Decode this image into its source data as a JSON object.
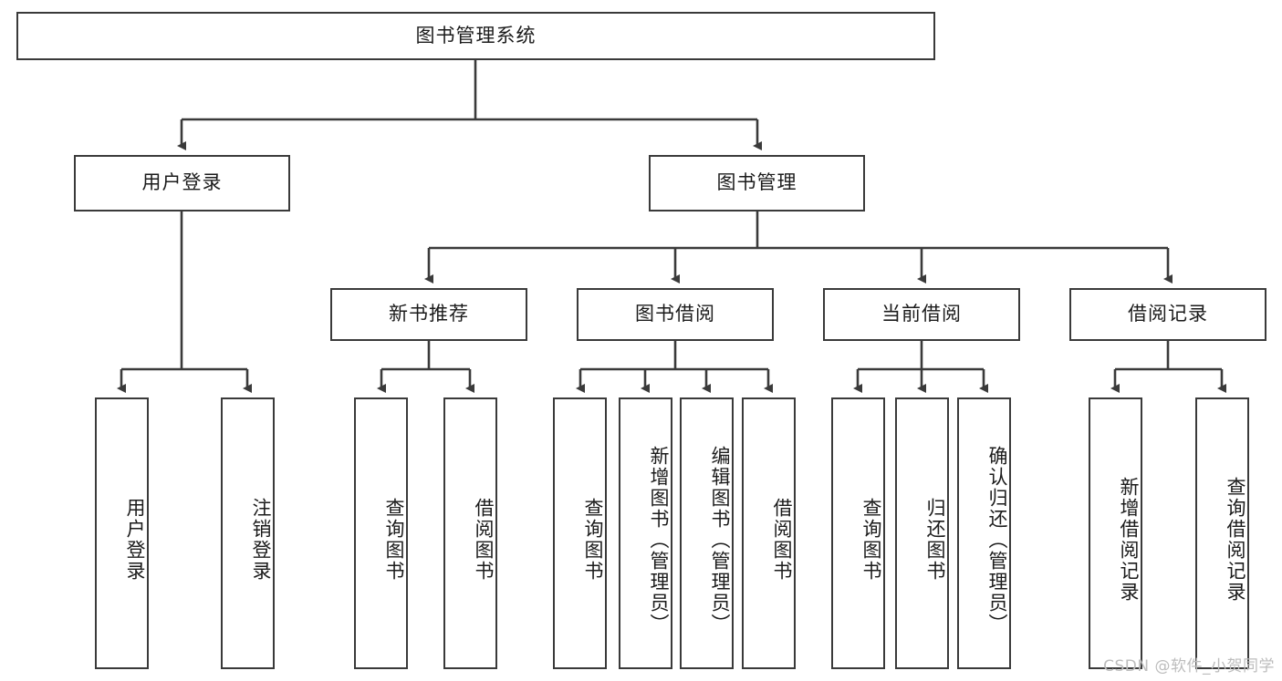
{
  "diagram": {
    "title": "图书管理系统",
    "type": "tree",
    "colors": {
      "border": "#3a3a3a",
      "text": "#1b1b1b",
      "background": "#ffffff",
      "edge": "#3a3a3a",
      "watermark": "#bdbdbd"
    },
    "nodes": {
      "root": {
        "label": "图书管理系统"
      },
      "level2": [
        {
          "label": "用户登录"
        },
        {
          "label": "图书管理"
        }
      ],
      "level3": [
        {
          "label": "新书推荐"
        },
        {
          "label": "图书借阅"
        },
        {
          "label": "当前借阅"
        },
        {
          "label": "借阅记录"
        }
      ],
      "leaves": {
        "user_login": [
          {
            "label": "用户登录"
          },
          {
            "label": "注销登录"
          }
        ],
        "new_book_recommend": [
          {
            "label": "查询图书"
          },
          {
            "label": "借阅图书"
          }
        ],
        "book_borrow": [
          {
            "label": "查询图书"
          },
          {
            "label": "新增图书（管理员）"
          },
          {
            "label": "编辑图书（管理员）"
          },
          {
            "label": "借阅图书"
          }
        ],
        "current_borrow": [
          {
            "label": "查询图书"
          },
          {
            "label": "归还图书"
          },
          {
            "label": "确认归还（管理员）"
          }
        ],
        "borrow_record": [
          {
            "label": "新增借阅记录"
          },
          {
            "label": "查询借阅记录"
          }
        ]
      }
    },
    "watermark": "CSDN @软件_小贺同学"
  }
}
